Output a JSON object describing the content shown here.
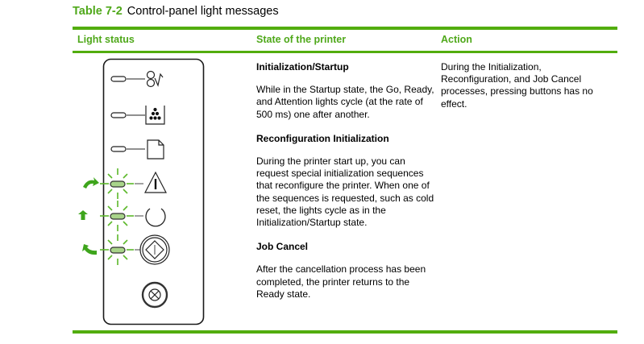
{
  "table": {
    "number": "Table 7-2",
    "title": "Control-panel light messages",
    "accent_color": "#52ad0e",
    "headers": {
      "light_status": "Light status",
      "state": "State of the printer",
      "action": "Action"
    },
    "row": {
      "light_status": {
        "panel_lights": [
          {
            "icon": "paper-jam-icon",
            "state": "off"
          },
          {
            "icon": "toner-icon",
            "state": "off"
          },
          {
            "icon": "paper-icon",
            "state": "off"
          },
          {
            "icon": "attention-icon",
            "state": "blinking",
            "cycle_arrow": "curved-right-arrow-icon"
          },
          {
            "icon": "ready-icon",
            "state": "blinking",
            "cycle_arrow": "up-arrow-icon"
          },
          {
            "icon": "go-button-icon",
            "state": "blinking",
            "cycle_arrow": "curved-left-arrow-icon"
          }
        ],
        "cancel_button": "cancel-job-icon"
      },
      "state": [
        {
          "heading": "Initialization/Startup",
          "text": "While in the Startup state, the Go, Ready, and Attention lights cycle (at the rate of 500 ms) one after another."
        },
        {
          "heading": "Reconfiguration Initialization",
          "text": "During the printer start up, you can request special initialization sequences that reconfigure the printer. When one of the sequences is requested, such as cold reset, the lights cycle as in the Initialization/Startup state."
        },
        {
          "heading": "Job Cancel",
          "text": "After the cancellation process has been completed, the printer returns to the Ready state."
        }
      ],
      "action": "During the Initialization, Reconfiguration, and Job Cancel processes, pressing buttons has no effect."
    }
  }
}
